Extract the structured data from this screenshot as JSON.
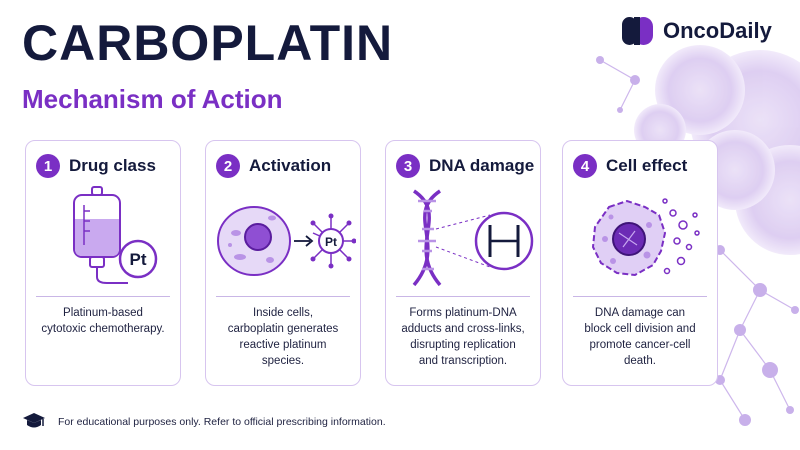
{
  "header": {
    "title": "CARBOPLATIN",
    "subtitle": "Mechanism of Action"
  },
  "logo": {
    "text": "OncoDaily",
    "icon": "oncodaily-logo-icon"
  },
  "cards": [
    {
      "number": "1",
      "title": "Drug class",
      "icon": "iv-bag-icon",
      "badge": "Pt",
      "lines": [
        "Platinum-based",
        "cytotoxic chemotherapy."
      ]
    },
    {
      "number": "2",
      "title": "Activation",
      "icon": "cell-activation-icon",
      "badge": "Pt",
      "lines": [
        "Inside cells,",
        "carboplatin generates",
        "reactive platinum",
        "species."
      ]
    },
    {
      "number": "3",
      "title": "DNA damage",
      "icon": "dna-helix-icon",
      "lines": [
        "Forms platinum-DNA",
        "adducts and cross-links,",
        "disrupting replication",
        "and transcription."
      ]
    },
    {
      "number": "4",
      "title": "Cell effect",
      "icon": "damaged-cell-icon",
      "lines": [
        "DNA damage can",
        "block cell division and",
        "promote cancer-cell",
        "death."
      ]
    }
  ],
  "footer": {
    "icon": "graduation-cap-icon",
    "text": "For educational purposes only. Refer to official prescribing information."
  },
  "colors": {
    "accent": "#7a2fc4",
    "dark": "#141a3c",
    "card_border": "#d7c5ef"
  }
}
